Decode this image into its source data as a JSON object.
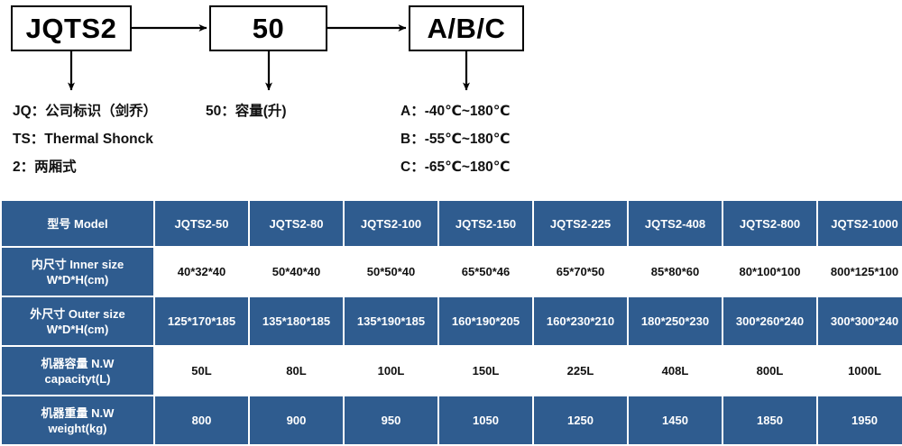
{
  "diagram": {
    "boxes": {
      "brand": "JQTS2",
      "volume": "50",
      "temp": "A/B/C"
    },
    "legend_brand": [
      "JQ：公司标识（剑乔）",
      "TS：Thermal Shonck",
      "2：两厢式"
    ],
    "legend_volume": [
      "50：容量(升)"
    ],
    "legend_temp": [
      "A：-40℃~180℃",
      "B：-55℃~180℃",
      "C：-65℃~180℃"
    ]
  },
  "table": {
    "header_label": "型号 Model",
    "models": [
      "JQTS2-50",
      "JQTS2-80",
      "JQTS2-100",
      "JQTS2-150",
      "JQTS2-225",
      "JQTS2-408",
      "JQTS2-800",
      "JQTS2-1000"
    ],
    "rows": [
      {
        "label_main": "内尺寸 Inner size",
        "label_sub": "W*D*H(cm)",
        "style": "white",
        "values": [
          "40*32*40",
          "50*40*40",
          "50*50*40",
          "65*50*46",
          "65*70*50",
          "85*80*60",
          "80*100*100",
          "800*125*100"
        ]
      },
      {
        "label_main": "外尺寸 Outer size",
        "label_sub": "W*D*H(cm)",
        "style": "blue",
        "values": [
          "125*170*185",
          "135*180*185",
          "135*190*185",
          "160*190*205",
          "160*230*210",
          "180*250*230",
          "300*260*240",
          "300*300*240"
        ]
      },
      {
        "label_main": "机器容量 N.W",
        "label_sub": "capacityt(L)",
        "style": "white",
        "values": [
          "50L",
          "80L",
          "100L",
          "150L",
          "225L",
          "408L",
          "800L",
          "1000L"
        ]
      },
      {
        "label_main": "机器重量 N.W",
        "label_sub": "weight(kg)",
        "style": "blue",
        "values": [
          "800",
          "900",
          "950",
          "1050",
          "1250",
          "1450",
          "1850",
          "1950"
        ]
      }
    ]
  },
  "colors": {
    "table_blue": "#2f5c8f",
    "text_dark": "#111111",
    "text_light": "#ffffff"
  }
}
